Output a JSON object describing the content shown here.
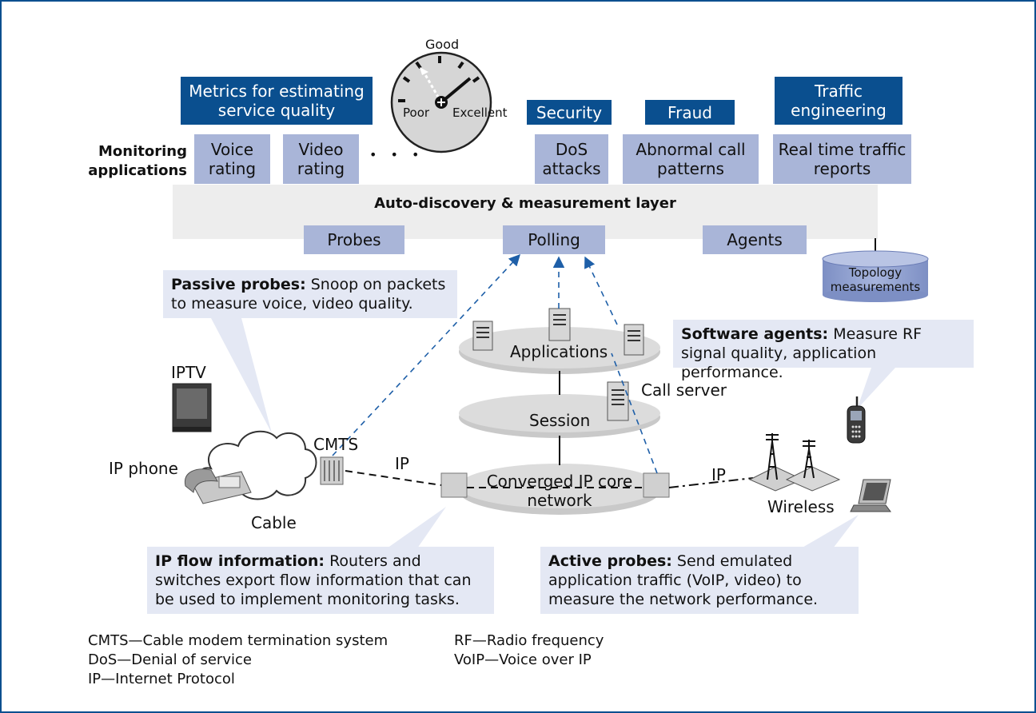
{
  "headers": {
    "metrics": "Metrics for estimating service quality",
    "security": "Security",
    "fraud": "Fraud",
    "traffic": "Traffic engineering"
  },
  "gauge": {
    "good": "Good",
    "poor": "Poor",
    "excellent": "Excellent"
  },
  "monitoring_label": "Monitoring applications",
  "apps": {
    "voice": "Voice rating",
    "video": "Video rating",
    "ellipsis": "• • •",
    "dos": "DoS attacks",
    "abnormal": "Abnormal call patterns",
    "realtime": "Real time traffic reports"
  },
  "layer": {
    "title": "Auto-discovery & measurement layer",
    "probes": "Probes",
    "polling": "Polling",
    "agents": "Agents",
    "topology": "Topology measurements"
  },
  "callouts": {
    "passive_bold": "Passive probes:",
    "passive_text": " Snoop on packets to measure voice, video quality.",
    "software_bold": "Software agents:",
    "software_text": " Measure RF signal quality, application performance.",
    "ipflow_bold": "IP flow information:",
    "ipflow_text": " Routers and switches export flow information that can be used to implement monitoring tasks.",
    "active_bold": "Active probes:",
    "active_text": " Send emulated application traffic (VoIP, video) to measure the network performance."
  },
  "network": {
    "applications": "Applications",
    "session": "Session",
    "core": "Converged IP core network",
    "call_server": "Call server",
    "iptv": "IPTV",
    "ip_phone": "IP phone",
    "cable": "Cable",
    "cmts": "CMTS",
    "ip_left": "IP",
    "ip_right": "IP",
    "wireless": "Wireless"
  },
  "legend": {
    "cmts": "CMTS—Cable modem termination system",
    "dos": "DoS—Denial of service",
    "ip": "IP—Internet Protocol",
    "rf": "RF—Radio frequency",
    "voip": "VoIP—Voice over IP"
  },
  "colors": {
    "frame": "#0a4f8f",
    "header": "#0a4f8f",
    "app_box": "#a9b5d8",
    "callout": "#e4e8f4",
    "dash": "#1e5fa8"
  }
}
